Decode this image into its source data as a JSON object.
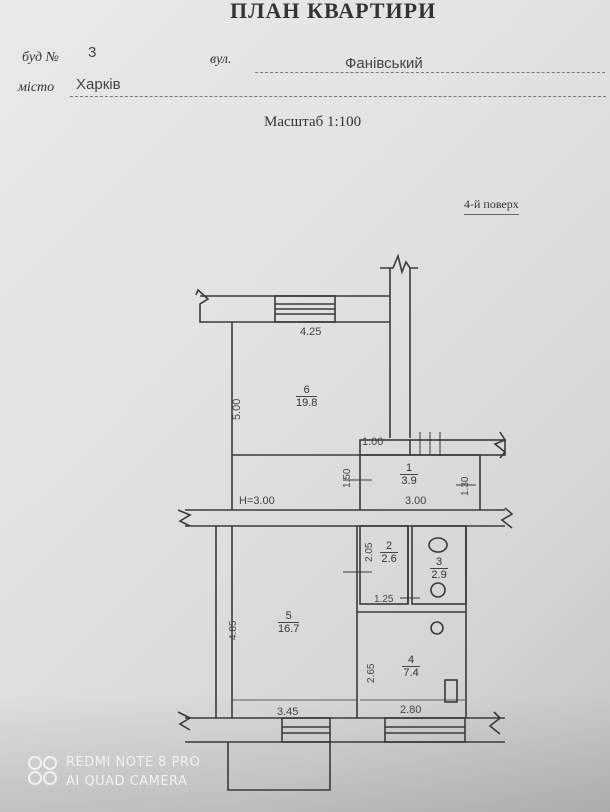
{
  "header": {
    "title": "ПЛАН КВАРТИРИ",
    "building_label": "буд №",
    "building_value": "3",
    "street_label": "вул.",
    "street_value": "Фанівський",
    "city_label": "місто",
    "city_value": "Харків",
    "scale": "Масштаб 1:100",
    "floor": "4-й поверх"
  },
  "rooms": [
    {
      "number": "1",
      "area": "3.9"
    },
    {
      "number": "2",
      "area": "2.6"
    },
    {
      "number": "3",
      "area": "2.9"
    },
    {
      "number": "4",
      "area": "7.4"
    },
    {
      "number": "5",
      "area": "16.7"
    },
    {
      "number": "6",
      "area": "19.8"
    }
  ],
  "dimensions": {
    "room6_width": "4.25",
    "room6_length": "5.00",
    "corridor_width": "1.00",
    "room1_height": "1.50",
    "room1_depth": "1.30",
    "ceiling_height": "H=3.00",
    "wall_length": "3.00",
    "room2_length": "2.05",
    "room2_width": "1.25",
    "room5_length": "4.85",
    "room4_length": "2.65",
    "bottom_left": "3.45",
    "bottom_right": "2.80"
  },
  "watermark": {
    "line1": "REDMI NOTE 8 PRO",
    "line2": "AI QUAD CAMERA"
  }
}
